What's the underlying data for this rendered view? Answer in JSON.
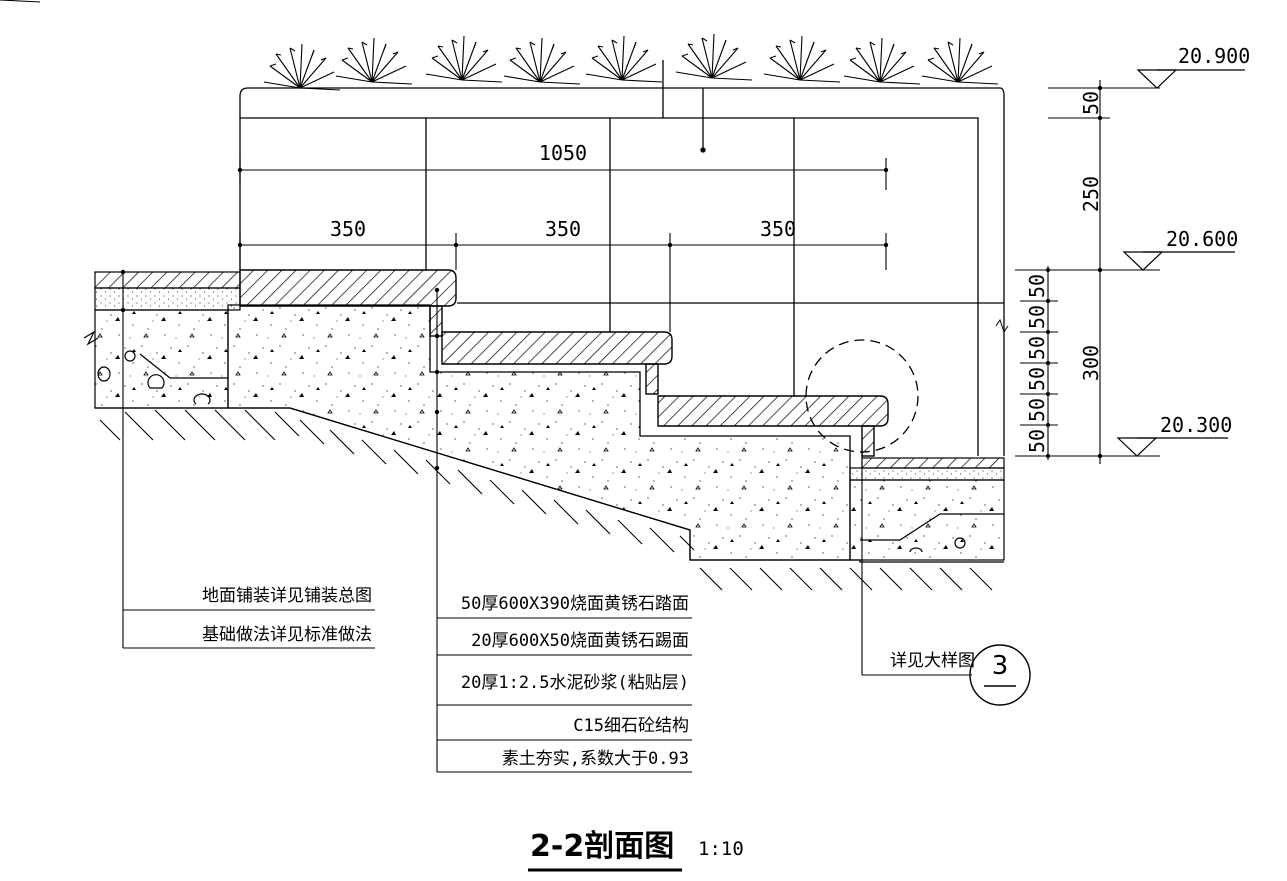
{
  "title": {
    "main": "2-2剖面图",
    "scale": "1:10"
  },
  "dimensions": {
    "total_width": "1050",
    "tread_1": "350",
    "tread_2": "350",
    "tread_3": "350",
    "planter_top": "50",
    "planter_height": "250",
    "riser_stack": [
      "50",
      "50",
      "50",
      "50",
      "50",
      "50"
    ],
    "stair_height": "300"
  },
  "elevations": {
    "planter_top": "20.900",
    "upper_landing": "20.600",
    "lower_landing": "20.300"
  },
  "left_notes": [
    "地面铺装详见铺装总图",
    "基础做法详见标准做法"
  ],
  "layer_notes": [
    "50厚600X390烧面黄锈石踏面",
    "20厚600X50烧面黄锈石踢面",
    "20厚1:2.5水泥砂浆(粘贴层)",
    "C15细石砼结构",
    "素土夯实,系数大于0.93"
  ],
  "detail_ref": {
    "text": "详见大样图",
    "number": "3"
  }
}
